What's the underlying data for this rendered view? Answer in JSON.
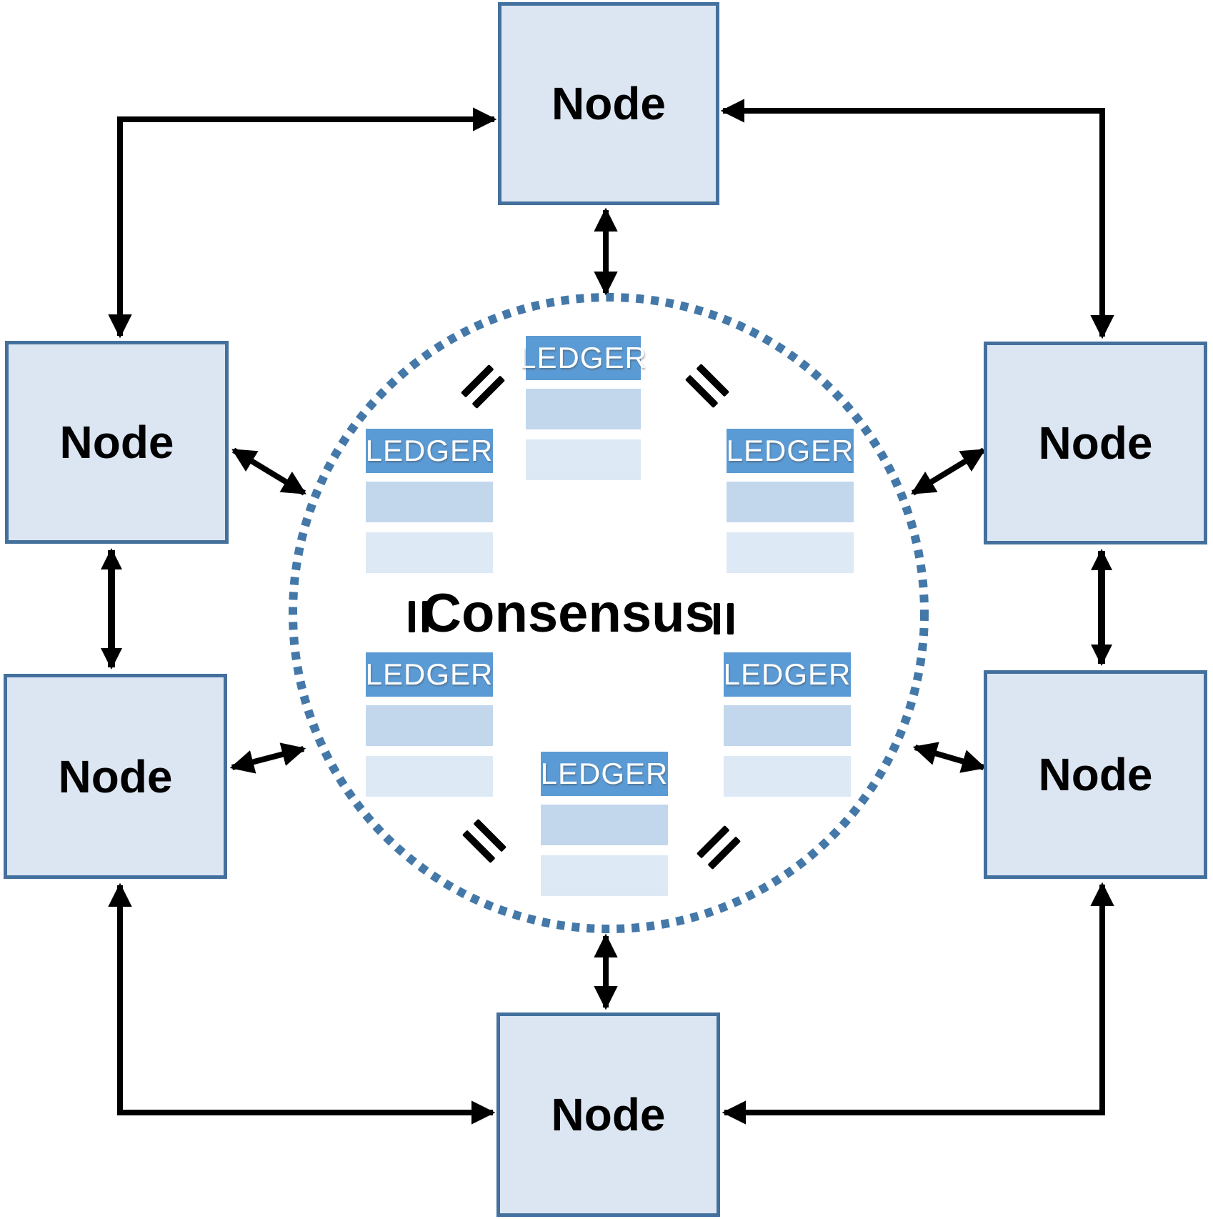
{
  "diagram": {
    "title": "Peer-to-peer blockchain network consensus diagram",
    "node_count": 6,
    "ledger_count": 6
  },
  "consensus": {
    "label": "Consensus"
  },
  "nodes": [
    {
      "position": "top",
      "label": "Node"
    },
    {
      "position": "upper-left",
      "label": "Node"
    },
    {
      "position": "lower-left",
      "label": "Node"
    },
    {
      "position": "upper-right",
      "label": "Node"
    },
    {
      "position": "lower-right",
      "label": "Node"
    },
    {
      "position": "bottom",
      "label": "Node"
    }
  ],
  "ledgers": [
    {
      "position": "top-center",
      "label": "LEDGER",
      "rows": 2
    },
    {
      "position": "upper-left",
      "label": "LEDGER",
      "rows": 2
    },
    {
      "position": "upper-right",
      "label": "LEDGER",
      "rows": 2
    },
    {
      "position": "lower-left",
      "label": "LEDGER",
      "rows": 2
    },
    {
      "position": "lower-right",
      "label": "LEDGER",
      "rows": 2
    },
    {
      "position": "bottom-center",
      "label": "LEDGER",
      "rows": 2
    }
  ],
  "icons": {
    "equals_sign": "=",
    "double_arrow": "↔"
  },
  "colors": {
    "background": "#ffffff",
    "node_fill": "#dce6f2",
    "node_border": "#44709d",
    "ledger_header": "#5b9bd5",
    "ledger_row1": "#c2d7ec",
    "ledger_row2": "#dde9f5",
    "ledger_text": "#ffffff",
    "label_text": "#000000",
    "circle_dotted": "#4478a8",
    "arrow": "#000000"
  }
}
